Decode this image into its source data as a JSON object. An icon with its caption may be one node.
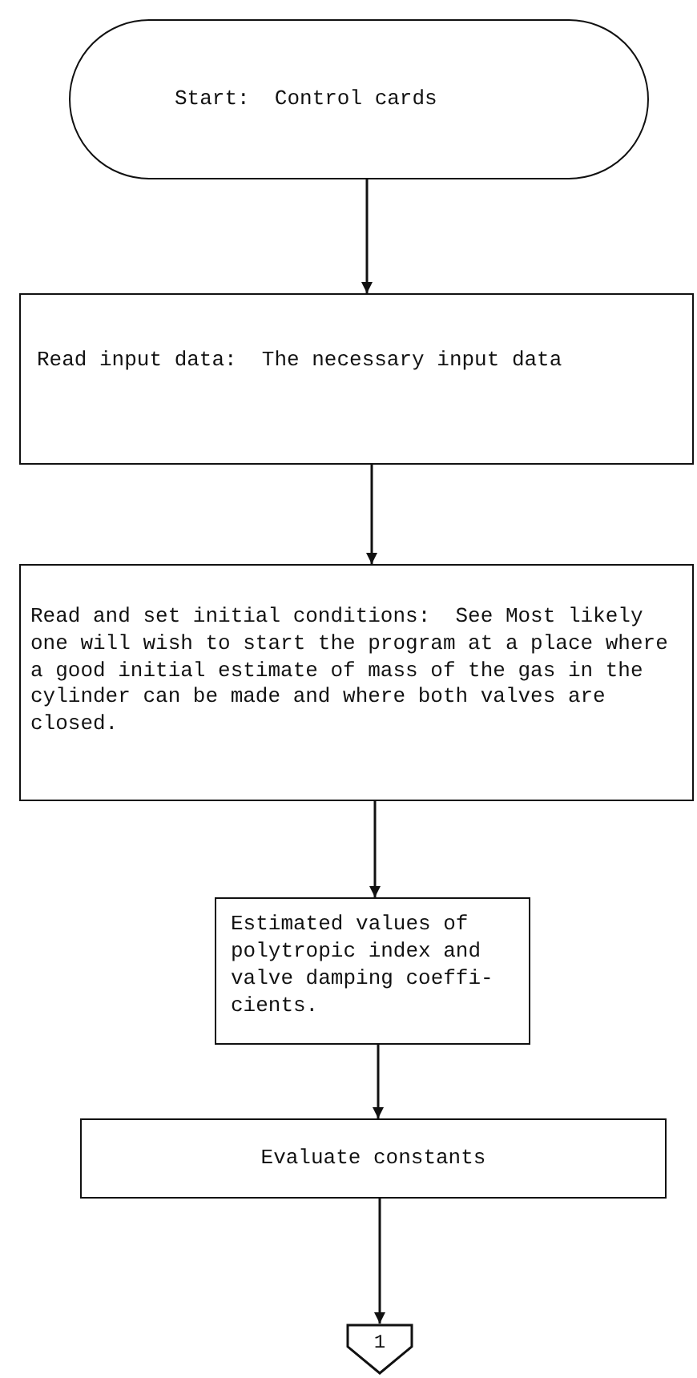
{
  "diagram": {
    "nodes": [
      {
        "text": [
          "Start:  Control cards"
        ]
      },
      {
        "text": [
          "Read input data:  The necessary input data"
        ]
      },
      {
        "text": [
          "Read and set initial conditions:  See Most likely one will wish to start the program at a place where a good initial estimate of mass of the gas in the cylinder can be made and where both valves are closed."
        ]
      },
      {
        "text": [
          "Estimated values of polytropic index and valve damping coeffi- cients."
        ]
      },
      {
        "text": [
          "Evaluate constants"
        ]
      },
      {
        "text": [
          "1"
        ]
      }
    ],
    "edges": [
      {
        "from": 0,
        "to": 1,
        "arrow": "to"
      },
      {
        "from": 1,
        "to": 2,
        "arrow": "to"
      },
      {
        "from": 2,
        "to": 3,
        "arrow": "to"
      },
      {
        "from": 3,
        "to": 4,
        "arrow": "to"
      },
      {
        "from": 4,
        "to": 5,
        "arrow": "to"
      }
    ]
  }
}
